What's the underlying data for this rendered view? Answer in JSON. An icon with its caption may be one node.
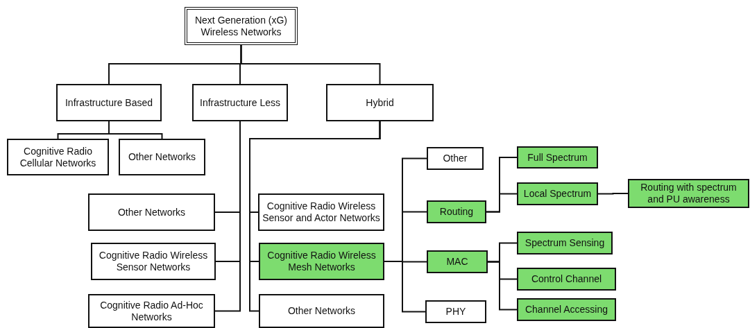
{
  "diagram": {
    "nodes": [
      {
        "text": [
          "Next Generation (xG) Wireless Networks"
        ]
      },
      {
        "text": [
          "Infrastructure Based"
        ]
      },
      {
        "text": [
          "Infrastructure Less"
        ]
      },
      {
        "text": [
          "Hybrid"
        ]
      },
      {
        "text": [
          "Cognitive Radio Cellular Networks"
        ]
      },
      {
        "text": [
          "Other Networks"
        ]
      },
      {
        "text": [
          "Other Networks"
        ]
      },
      {
        "text": [
          "Cognitive Radio Wireless Sensor Networks"
        ]
      },
      {
        "text": [
          "Cognitive Radio Ad-Hoc Networks"
        ]
      },
      {
        "text": [
          "Cognitive Radio Wireless Sensor and Actor Networks"
        ]
      },
      {
        "text": [
          "Cognitive Radio Wireless Mesh Networks"
        ]
      },
      {
        "text": [
          "Other Networks"
        ]
      },
      {
        "text": [
          "Other"
        ]
      },
      {
        "text": [
          "Routing"
        ]
      },
      {
        "text": [
          "MAC"
        ]
      },
      {
        "text": [
          "PHY"
        ]
      },
      {
        "text": [
          "Full Spectrum"
        ]
      },
      {
        "text": [
          "Local Spectrum"
        ]
      },
      {
        "text": [
          "Routing with spectrum and PU awareness"
        ]
      },
      {
        "text": [
          "Spectrum Sensing"
        ]
      },
      {
        "text": [
          "Control Channel"
        ]
      },
      {
        "text": [
          "Channel Accessing"
        ]
      }
    ],
    "edges": [
      {
        "from": 0,
        "to": 1,
        "arrow": "none"
      },
      {
        "from": 0,
        "to": 2,
        "arrow": "none"
      },
      {
        "from": 0,
        "to": 3,
        "arrow": "none"
      },
      {
        "from": 1,
        "to": 4,
        "arrow": "none"
      },
      {
        "from": 1,
        "to": 5,
        "arrow": "none"
      },
      {
        "from": 2,
        "to": 6,
        "arrow": "none"
      },
      {
        "from": 2,
        "to": 7,
        "arrow": "none"
      },
      {
        "from": 2,
        "to": 8,
        "arrow": "none"
      },
      {
        "from": 3,
        "to": 9,
        "arrow": "none"
      },
      {
        "from": 3,
        "to": 10,
        "arrow": "none"
      },
      {
        "from": 3,
        "to": 11,
        "arrow": "none"
      },
      {
        "from": 10,
        "to": 12,
        "arrow": "none"
      },
      {
        "from": 10,
        "to": 13,
        "arrow": "none"
      },
      {
        "from": 10,
        "to": 14,
        "arrow": "none"
      },
      {
        "from": 10,
        "to": 15,
        "arrow": "none"
      },
      {
        "from": 13,
        "to": 16,
        "arrow": "none"
      },
      {
        "from": 13,
        "to": 17,
        "arrow": "none"
      },
      {
        "from": 17,
        "to": 18,
        "arrow": "none"
      },
      {
        "from": 14,
        "to": 19,
        "arrow": "none"
      },
      {
        "from": 14,
        "to": 20,
        "arrow": "none"
      },
      {
        "from": 14,
        "to": 21,
        "arrow": "none"
      }
    ]
  }
}
